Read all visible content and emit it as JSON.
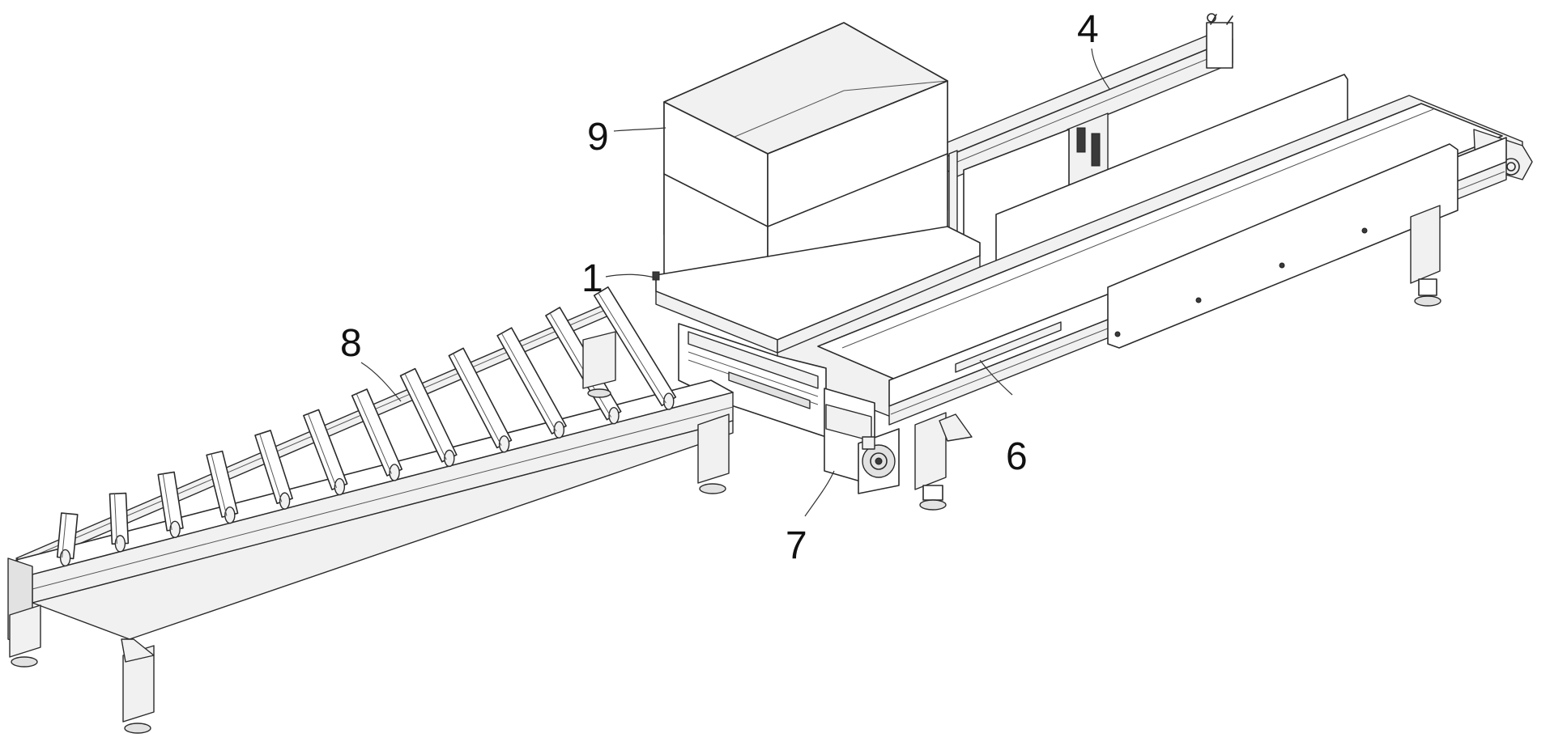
{
  "callouts": [
    {
      "id": "1",
      "text": "1"
    },
    {
      "id": "4",
      "text": "4"
    },
    {
      "id": "6",
      "text": "6"
    },
    {
      "id": "7",
      "text": "7"
    },
    {
      "id": "8",
      "text": "8"
    },
    {
      "id": "9",
      "text": "9"
    }
  ]
}
